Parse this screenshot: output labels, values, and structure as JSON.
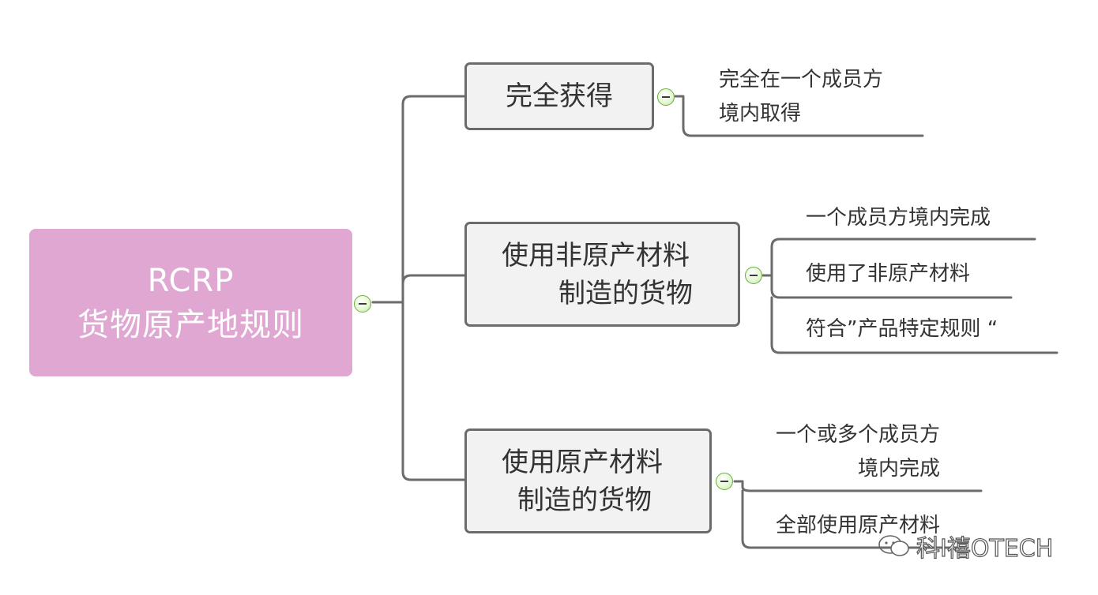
{
  "root": {
    "line1": "RCRP",
    "line2": "货物原产地规则"
  },
  "branches": [
    {
      "label_lines": [
        "完全获得"
      ],
      "leaves": [
        {
          "lines": [
            "完全在一个成员方",
            "境内取得"
          ]
        }
      ]
    },
    {
      "label_lines": [
        "使用非原产材料",
        "制造的货物"
      ],
      "leaves": [
        {
          "lines": [
            "一个成员方境内完成"
          ]
        },
        {
          "lines": [
            "使用了非原产材料"
          ]
        },
        {
          "lines": [
            "符合”产品特定规则 “"
          ]
        }
      ]
    },
    {
      "label_lines": [
        "使用原产材料",
        "制造的货物"
      ],
      "leaves": [
        {
          "lines": [
            "一个或多个成员方",
            "境内完成"
          ]
        },
        {
          "lines": [
            "全部使用原产材料"
          ]
        }
      ]
    }
  ],
  "watermark": {
    "text": "科I禧OTECH",
    "icon": "wechat-icon"
  },
  "colors": {
    "root_fill": "#dfa7d1",
    "box_fill": "#f2f2f2",
    "line": "#6b6b6b",
    "toggle": "#6aae3c"
  }
}
